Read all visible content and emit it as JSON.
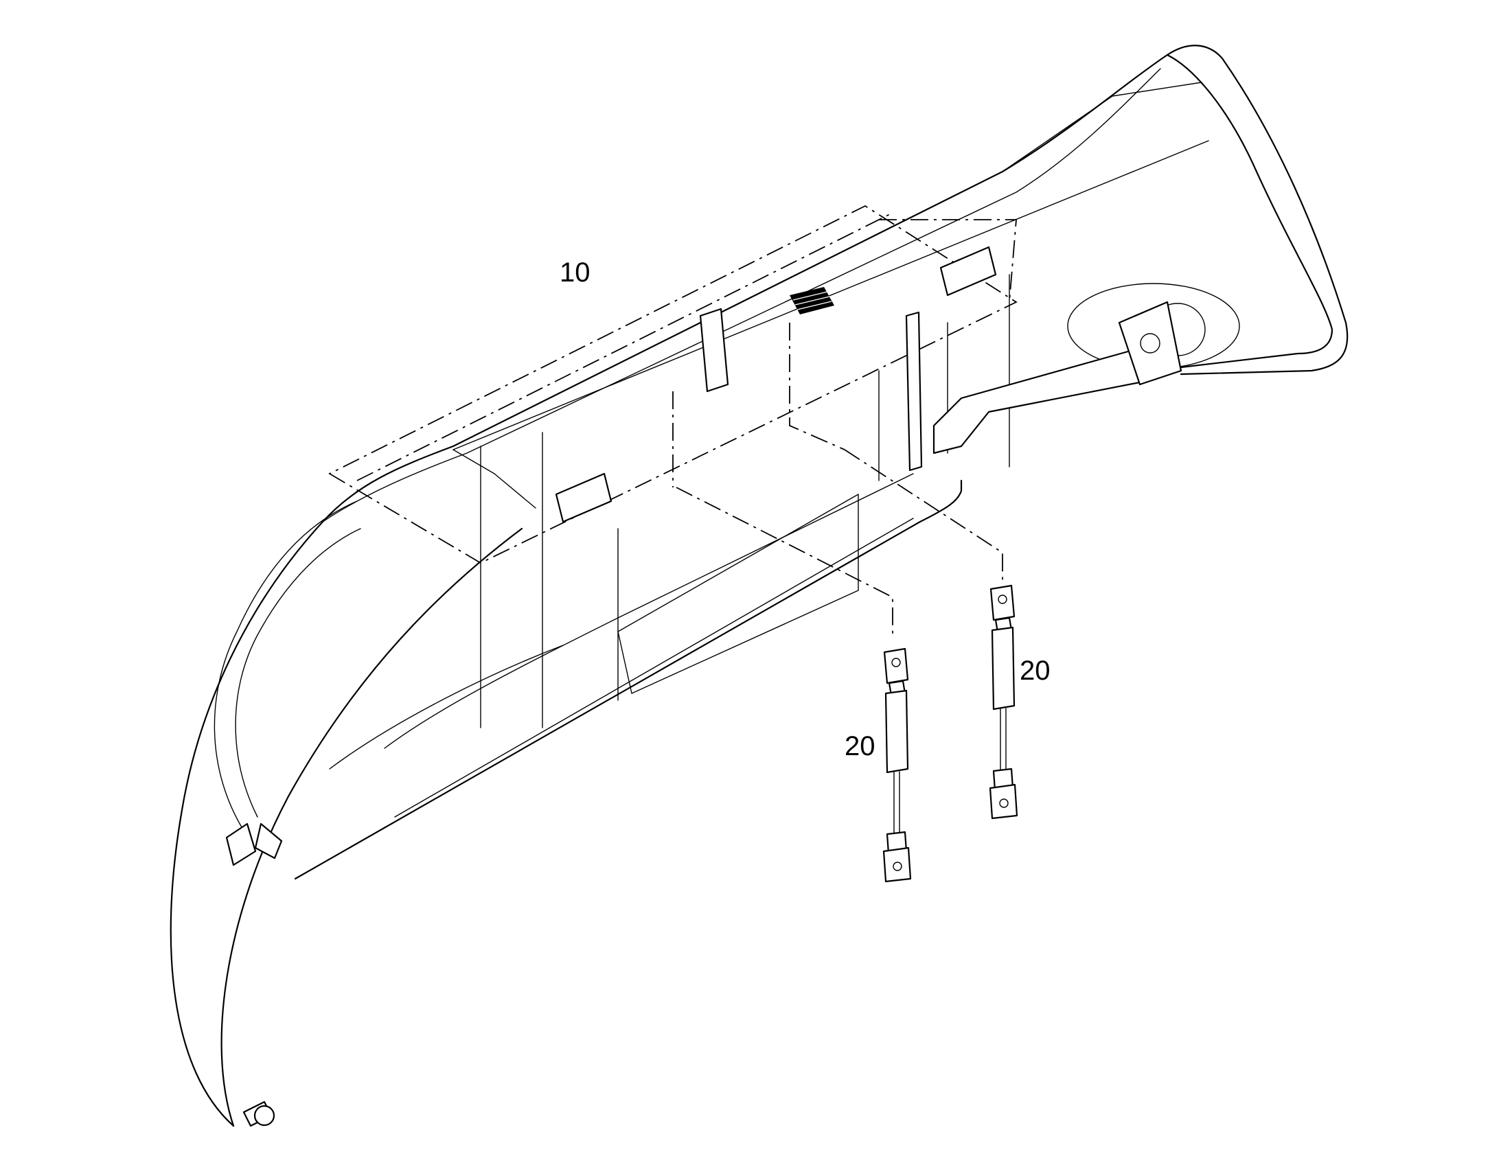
{
  "callouts": {
    "hood": "10",
    "strut_left": "20",
    "strut_right": "20"
  }
}
